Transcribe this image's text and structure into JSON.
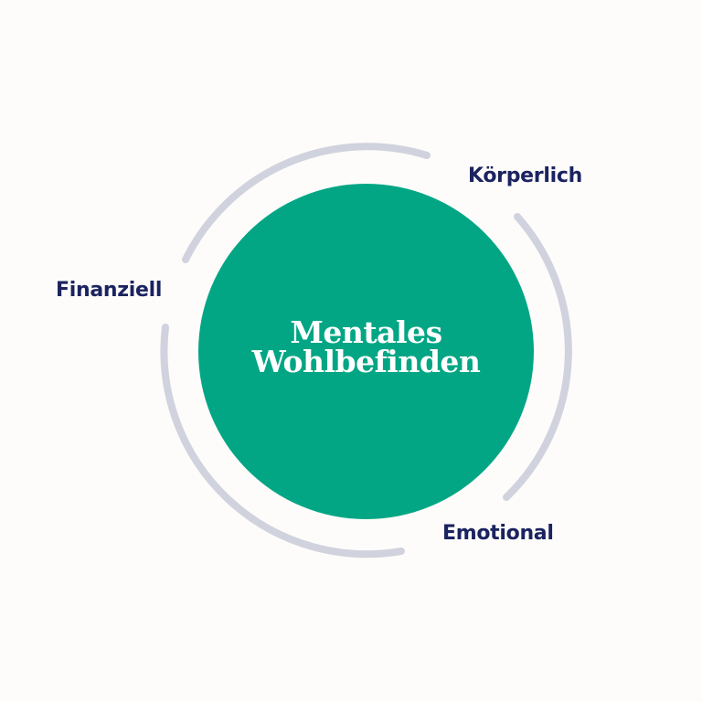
{
  "colors": {
    "background": "#fdfcfa",
    "center_fill": "#03a684",
    "ring_stroke": "#d0d2de",
    "label_text": "#1b2360",
    "center_text": "#ffffff"
  },
  "center": {
    "line1": "Mentales",
    "line2": "Wohlbefinden"
  },
  "labels": {
    "physical": "Körperlich",
    "financial": "Finanziell",
    "emotional": "Emotional"
  }
}
